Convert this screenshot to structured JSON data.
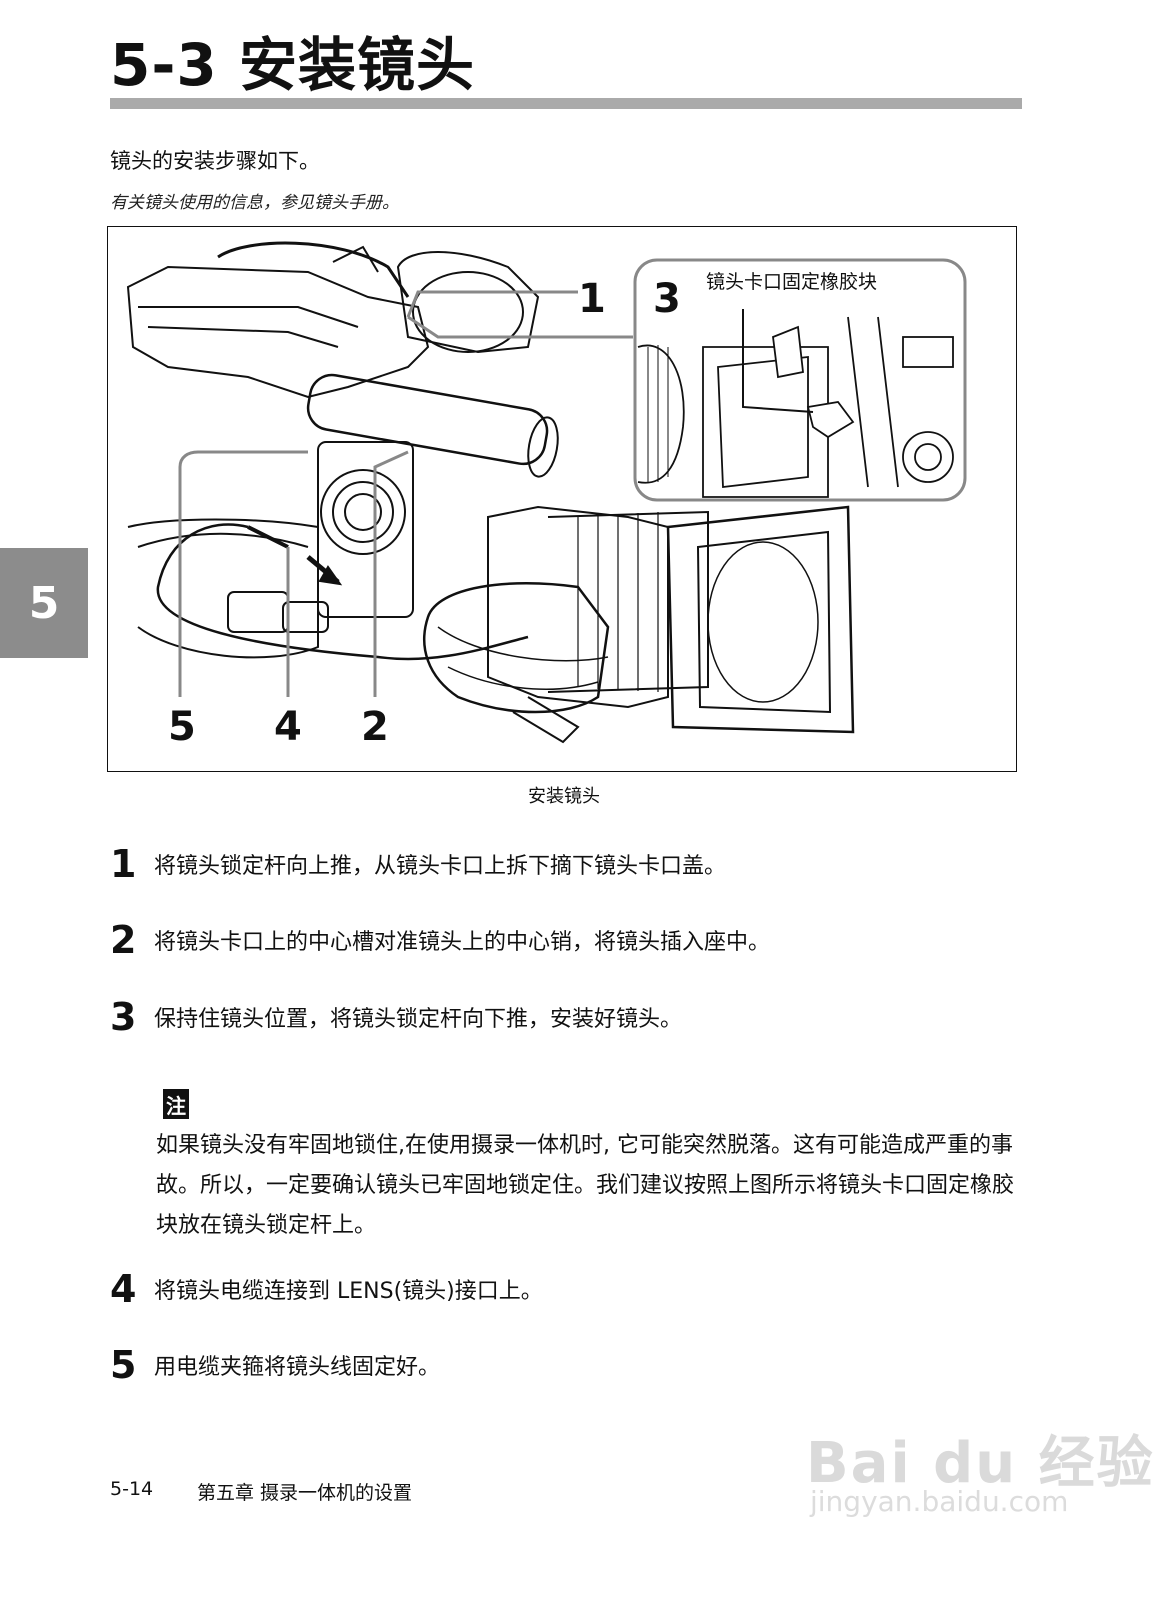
{
  "page": {
    "title": "5-3  安装镜头",
    "intro": "镜头的安装步骤如下。",
    "intro_note": "有关镜头使用的信息，参见镜头手册。",
    "chapter_tab": "5"
  },
  "figure": {
    "caption": "安装镜头",
    "inset_label": "镜头卡口固定橡胶块",
    "callouts": [
      "1",
      "2",
      "3",
      "4",
      "5"
    ]
  },
  "steps": [
    {
      "num": "1",
      "text": "将镜头锁定杆向上推，从镜头卡口上拆下摘下镜头卡口盖。"
    },
    {
      "num": "2",
      "text": "将镜头卡口上的中心槽对准镜头上的中心销，将镜头插入座中。"
    },
    {
      "num": "3",
      "text": "保持住镜头位置，将镜头锁定杆向下推，安装好镜头。"
    },
    {
      "num": "4",
      "text": "将镜头电缆连接到 LENS(镜头)接口上。"
    },
    {
      "num": "5",
      "text": "用电缆夹箍将镜头线固定好。"
    }
  ],
  "note": {
    "badge": "注",
    "text": "如果镜头没有牢固地锁住,在使用摄录一体机时, 它可能突然脱落。这有可能造成严重的事故。所以，一定要确认镜头已牢固地锁定住。我们建议按照上图所示将镜头卡口固定橡胶块放在镜头锁定杆上。"
  },
  "footer": {
    "page_number": "5-14",
    "chapter": "第五章  摄录一体机的设置"
  },
  "watermark": {
    "logo": "Bai du 经验",
    "url": "jingyan.baidu.com"
  }
}
